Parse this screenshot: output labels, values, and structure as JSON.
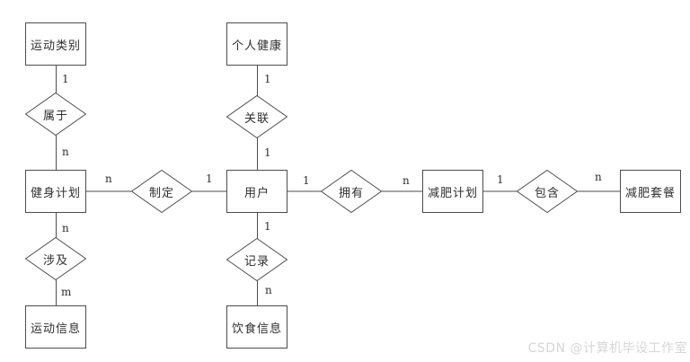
{
  "diagram": {
    "entities": [
      {
        "name": "sport-category",
        "label": "运动类别"
      },
      {
        "name": "personal-health",
        "label": "个人健康"
      },
      {
        "name": "fitness-plan",
        "label": "健身计划"
      },
      {
        "name": "user",
        "label": "用户"
      },
      {
        "name": "weight-loss-plan",
        "label": "减肥计划"
      },
      {
        "name": "weight-loss-package",
        "label": "减肥套餐"
      },
      {
        "name": "sport-info",
        "label": "运动信息"
      },
      {
        "name": "diet-info",
        "label": "饮食信息"
      }
    ],
    "relationships": [
      {
        "name": "belongs-to",
        "label": "属于"
      },
      {
        "name": "associate",
        "label": "关联"
      },
      {
        "name": "formulate",
        "label": "制定"
      },
      {
        "name": "own",
        "label": "拥有"
      },
      {
        "name": "contain",
        "label": "包含"
      },
      {
        "name": "involve",
        "label": "涉及"
      },
      {
        "name": "record",
        "label": "记录"
      }
    ],
    "cardinalities": [
      {
        "name": "sport-category-to-belongs-to",
        "label": "1"
      },
      {
        "name": "belongs-to-to-fitness-plan",
        "label": "n"
      },
      {
        "name": "fitness-plan-to-formulate",
        "label": "n"
      },
      {
        "name": "formulate-to-user",
        "label": "1"
      },
      {
        "name": "personal-health-to-associate",
        "label": "1"
      },
      {
        "name": "associate-to-user",
        "label": "1"
      },
      {
        "name": "user-to-own",
        "label": "1"
      },
      {
        "name": "own-to-weight-loss-plan",
        "label": "n"
      },
      {
        "name": "weight-loss-plan-to-contain",
        "label": "1"
      },
      {
        "name": "contain-to-weight-loss-package",
        "label": "n"
      },
      {
        "name": "fitness-plan-to-involve",
        "label": "n"
      },
      {
        "name": "involve-to-sport-info",
        "label": "m"
      },
      {
        "name": "user-to-record",
        "label": "1"
      },
      {
        "name": "record-to-diet-info",
        "label": "n"
      }
    ]
  },
  "watermark": {
    "label": "CSDN @计算机毕设工作室"
  },
  "colors": {
    "line": "#4d4d4d",
    "background": "#ffffff",
    "watermark": "#d6d6d6"
  }
}
